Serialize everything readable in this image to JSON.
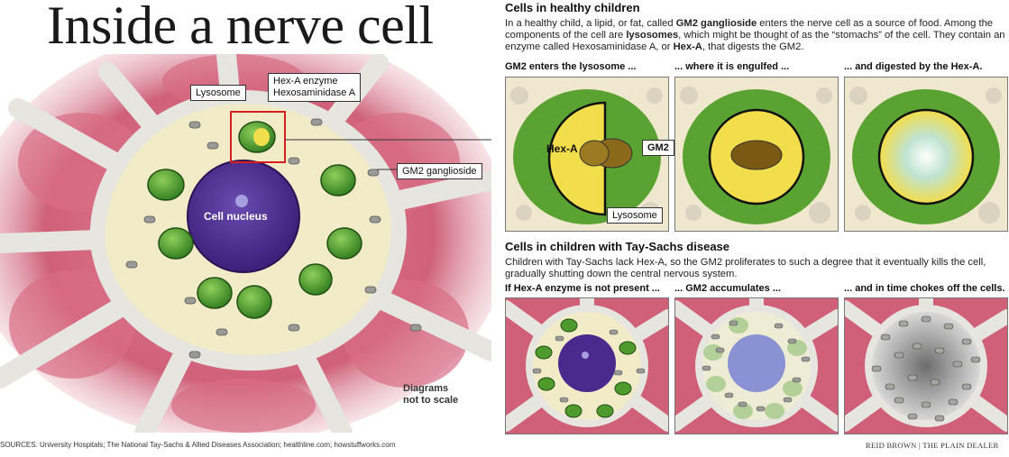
{
  "title": "Inside a nerve cell",
  "main_diagram": {
    "labels": {
      "lysosome": "Lysosome",
      "hexa_line1": "Hex-A enzyme",
      "hexa_line2": "Hexosaminidase A",
      "gm2": "GM2 ganglioside",
      "nucleus": "Cell nucleus"
    },
    "note_line1": "Diagrams",
    "note_line2": "not to scale"
  },
  "healthy": {
    "heading": "Cells in healthy children",
    "text_parts": [
      "In a healthy child, a lipid, or fat, called ",
      "GM2 ganglioside",
      " enters the nerve cell as a source of food. Among the components of the cell are ",
      "lysosomes",
      ", which might be thought of as the “stomachs” of the cell. They contain an enzyme called Hexosaminidase A, or ",
      "Hex-A",
      ", that digests the GM2."
    ],
    "panels": [
      {
        "caption": "GM2 enters the lysosome ..."
      },
      {
        "caption": "... where it is engulfed ..."
      },
      {
        "caption": "... and digested by the Hex-A."
      }
    ],
    "labels": {
      "hexa": "Hex-A",
      "gm2": "GM2",
      "lysosome": "Lysosome"
    }
  },
  "taysachs": {
    "heading": "Cells in children with Tay-Sachs disease",
    "text": "Children with Tay-Sachs lack Hex-A, so the GM2 proliferates to such a degree that it eventually kills the cell, gradually shutting down the central nervous system.",
    "panels": [
      {
        "caption": "If Hex-A enzyme is not present ..."
      },
      {
        "caption": "... GM2 accumulates ..."
      },
      {
        "caption": "... and in time chokes off the cells."
      }
    ]
  },
  "sources": "SOURCES: University Hospitals; The National Tay-Sachs & Allied Diseases Association; healthline.com; howstuffworks.com",
  "credit": "REID BROWN | THE PLAIN DEALER",
  "colors": {
    "tissue": "#c9576e",
    "membrane": "#e8e6dd",
    "cytoplasm": "#f2ebc8",
    "nucleus": "#4a2a8c",
    "lysosome_green": "#4f9a2c",
    "enzyme_yellow": "#f2dd4a"
  }
}
